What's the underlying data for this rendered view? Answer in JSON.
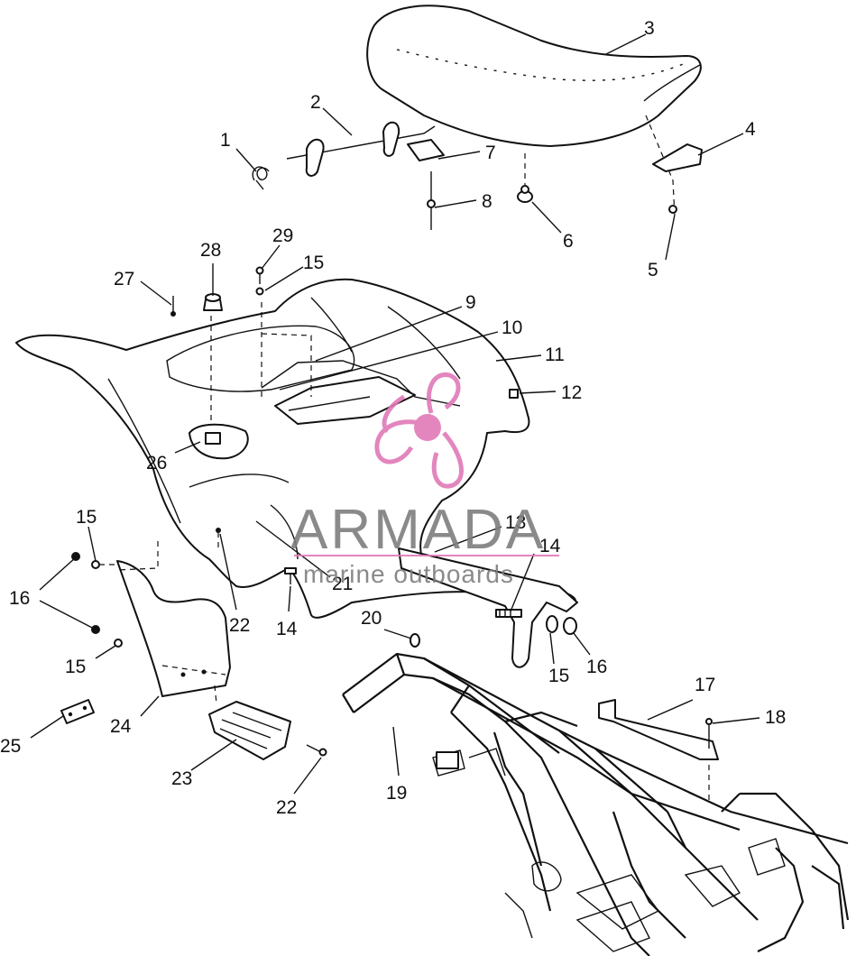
{
  "callouts": [
    {
      "id": "c1",
      "label": "1"
    },
    {
      "id": "c2",
      "label": "2"
    },
    {
      "id": "c3",
      "label": "3"
    },
    {
      "id": "c4",
      "label": "4"
    },
    {
      "id": "c5",
      "label": "5"
    },
    {
      "id": "c6",
      "label": "6"
    },
    {
      "id": "c7",
      "label": "7"
    },
    {
      "id": "c8",
      "label": "8"
    },
    {
      "id": "c9",
      "label": "9"
    },
    {
      "id": "c10",
      "label": "10"
    },
    {
      "id": "c11",
      "label": "11"
    },
    {
      "id": "c12",
      "label": "12"
    },
    {
      "id": "c13",
      "label": "13"
    },
    {
      "id": "c14a",
      "label": "14"
    },
    {
      "id": "c14b",
      "label": "14"
    },
    {
      "id": "c15a",
      "label": "15"
    },
    {
      "id": "c15b",
      "label": "15"
    },
    {
      "id": "c15c",
      "label": "15"
    },
    {
      "id": "c15d",
      "label": "15"
    },
    {
      "id": "c16a",
      "label": "16"
    },
    {
      "id": "c16b",
      "label": "16"
    },
    {
      "id": "c17",
      "label": "17"
    },
    {
      "id": "c18",
      "label": "18"
    },
    {
      "id": "c19",
      "label": "19"
    },
    {
      "id": "c20",
      "label": "20"
    },
    {
      "id": "c21",
      "label": "21"
    },
    {
      "id": "c22a",
      "label": "22"
    },
    {
      "id": "c22b",
      "label": "22"
    },
    {
      "id": "c23",
      "label": "23"
    },
    {
      "id": "c24",
      "label": "24"
    },
    {
      "id": "c25",
      "label": "25"
    },
    {
      "id": "c26",
      "label": "26"
    },
    {
      "id": "c27",
      "label": "27"
    },
    {
      "id": "c28",
      "label": "28"
    },
    {
      "id": "c29",
      "label": "29"
    }
  ],
  "watermark": {
    "brand": "ARMADA",
    "tagline": "marine outboards",
    "color": "#e07ab8",
    "text_color": "#7e7e7e"
  }
}
